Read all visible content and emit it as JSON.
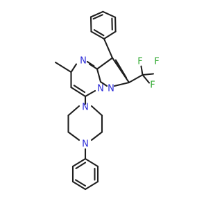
{
  "molecule": {
    "atom_labels": {
      "n_pyrimidine": "N",
      "n_bridgehead": "N",
      "n_pyrazole": "N",
      "n_piperazine_top": "N",
      "n_piperazine_bottom": "N",
      "f_top_left": "F",
      "f_top_right": "F",
      "f_right": "F"
    },
    "colors": {
      "bond": "#1f1f1f",
      "nitrogen": "#2929d8",
      "fluorine": "#33aa33",
      "background": "#ffffff"
    }
  }
}
